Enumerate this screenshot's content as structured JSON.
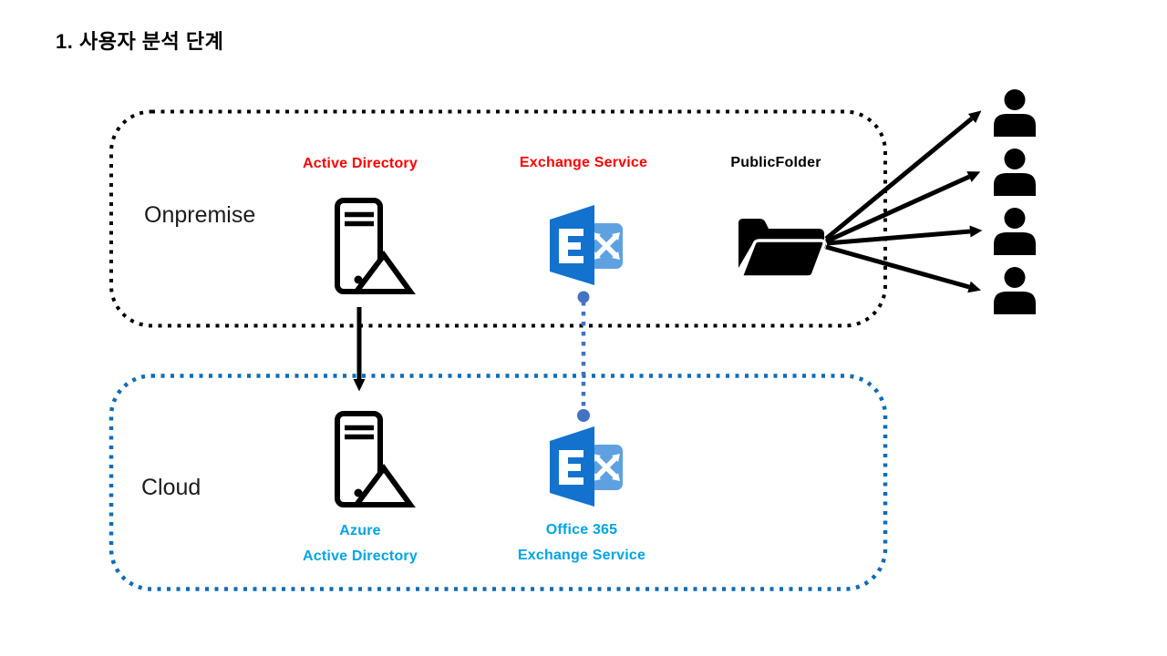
{
  "title": "1. 사용자 분석 단계",
  "colors": {
    "label_red": "#FF0000",
    "label_cyan": "#00A4E4",
    "onpremise_border": "#000000",
    "cloud_border": "#0F6CB8",
    "sync_connector_blue": "#4472C4",
    "exchange_dark_blue": "#1272CE",
    "exchange_light_blue": "#5FA1E0",
    "icon_black": "#000000"
  },
  "onpremise": {
    "label": "Onpremise",
    "active_directory": {
      "label": "Active Directory",
      "icon": "server-icon"
    },
    "exchange": {
      "label": "Exchange Service",
      "icon": "exchange-icon"
    },
    "public_folder": {
      "label": "PublicFolder",
      "icon": "folder-icon"
    }
  },
  "cloud": {
    "label": "Cloud",
    "azure_ad": {
      "label_line1": "Azure",
      "label_line2": "Active Directory",
      "icon": "server-icon"
    },
    "o365_exchange": {
      "label_line1": "Office 365",
      "label_line2": "Exchange Service",
      "icon": "exchange-icon"
    }
  },
  "users": {
    "icon": "person-icon",
    "count": 4
  }
}
